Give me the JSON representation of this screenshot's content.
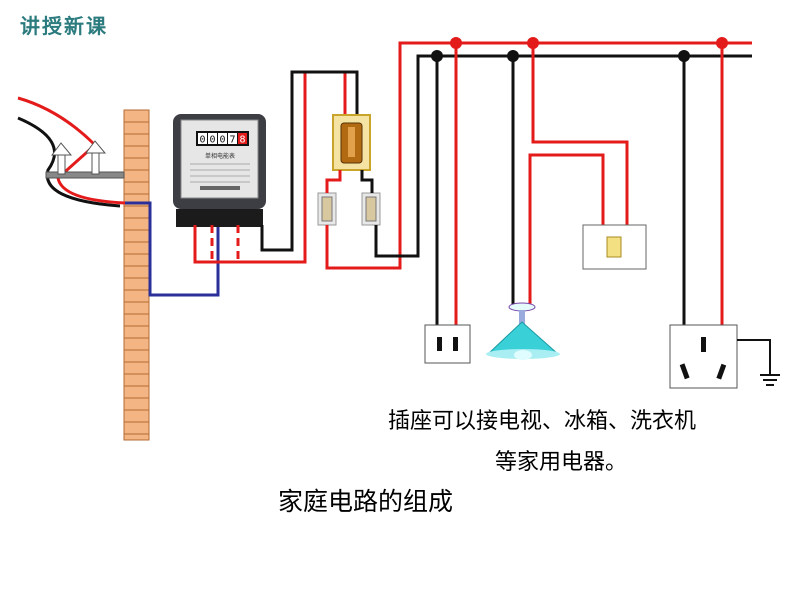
{
  "header": "讲授新课",
  "meter": {
    "digits": "0007",
    "last_digit": "8",
    "label": "单相电能表"
  },
  "notes": {
    "line1": "插座可以接电视、冰箱、洗衣机",
    "line2": "等家用电器。"
  },
  "title": "家庭电路的组成",
  "colors": {
    "live_wire": "#e41b1b",
    "neutral_wire": "#111111",
    "ground_wire": "#2a2f9a",
    "pole": "#f2b583",
    "header": "#2c7b7e"
  }
}
